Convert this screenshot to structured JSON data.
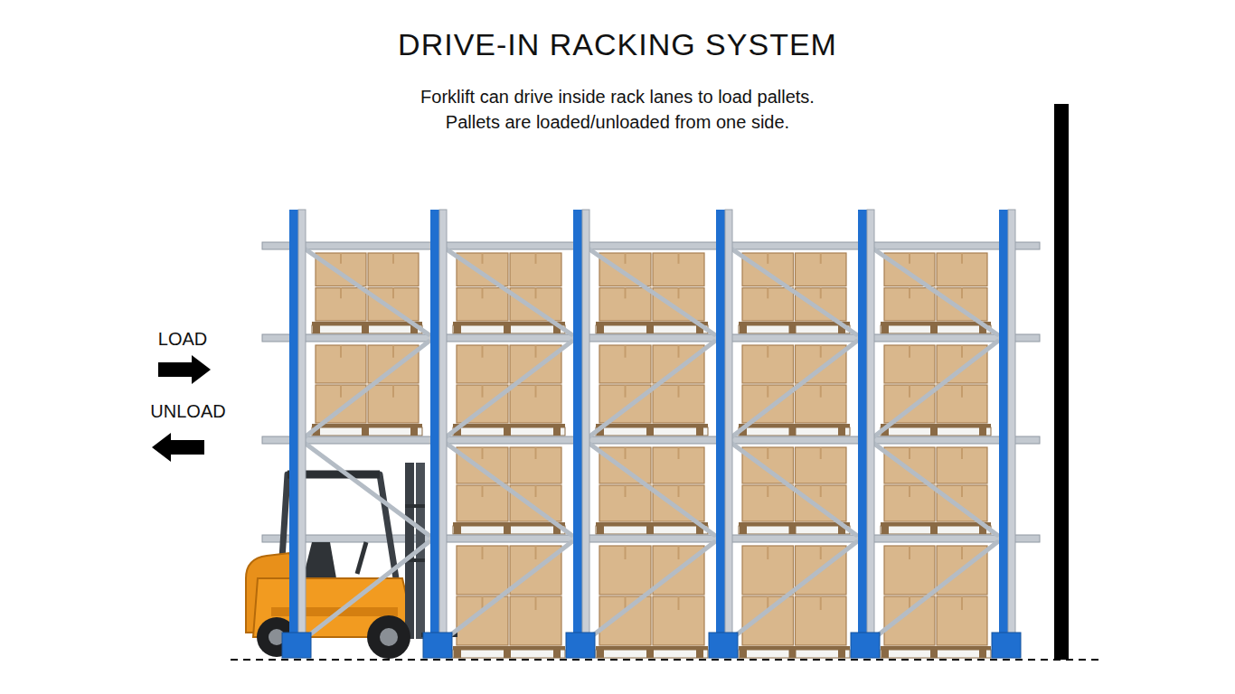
{
  "diagram": {
    "title": "DRIVE-IN RACKING SYSTEM",
    "labels": [
      "Forklift can drive inside rack lanes to load pallets.",
      "Pallets are loaded/unloaded from one side.",
      "LOAD",
      "UNLOAD"
    ]
  }
}
